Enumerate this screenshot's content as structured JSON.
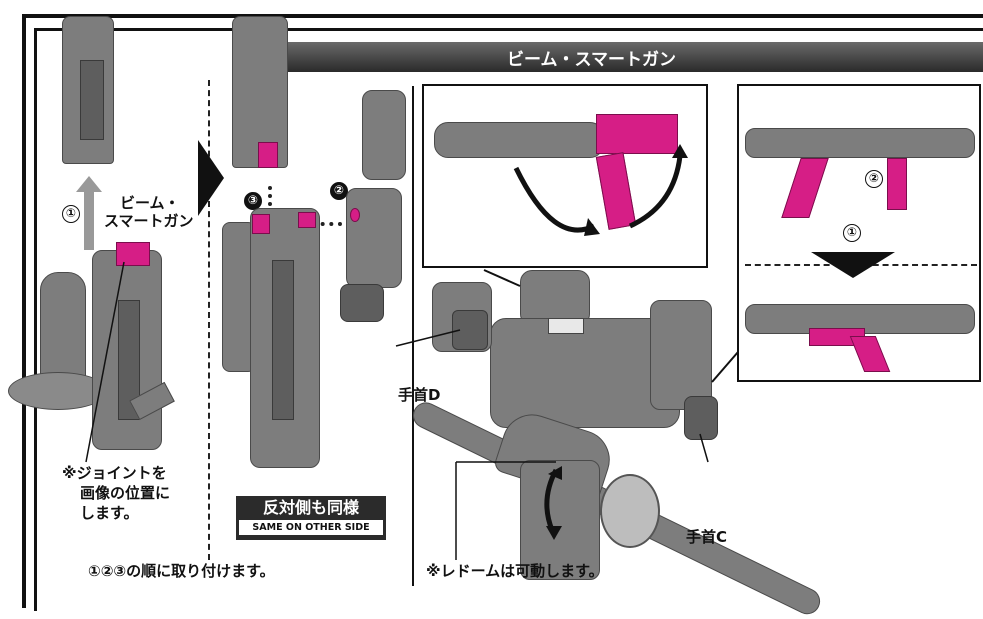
{
  "title": "ビーム・スマートガン",
  "panel_left": {
    "step1_num": "①",
    "part_label_line1": "ビーム・",
    "part_label_line2": "スマートガン",
    "joint_note_line1": "※ジョイントを",
    "joint_note_line2": "画像の位置に",
    "joint_note_line3": "します。"
  },
  "panel_mid": {
    "step3_num": "③",
    "step2_num": "②",
    "badge_jp": "反対側も同様",
    "badge_en": "SAME ON OTHER SIDE",
    "order_note": "①②③の順に取り付けます。"
  },
  "panel_right": {
    "wrist_d": "手首D",
    "wrist_c": "手首C",
    "inset_step2": "②",
    "inset_step1": "①",
    "radome_note": "※レドームは可動します。"
  },
  "colors": {
    "accent_pink": "#d61e86",
    "frame": "#111111",
    "plastic_gray": "#7d7d7d"
  }
}
